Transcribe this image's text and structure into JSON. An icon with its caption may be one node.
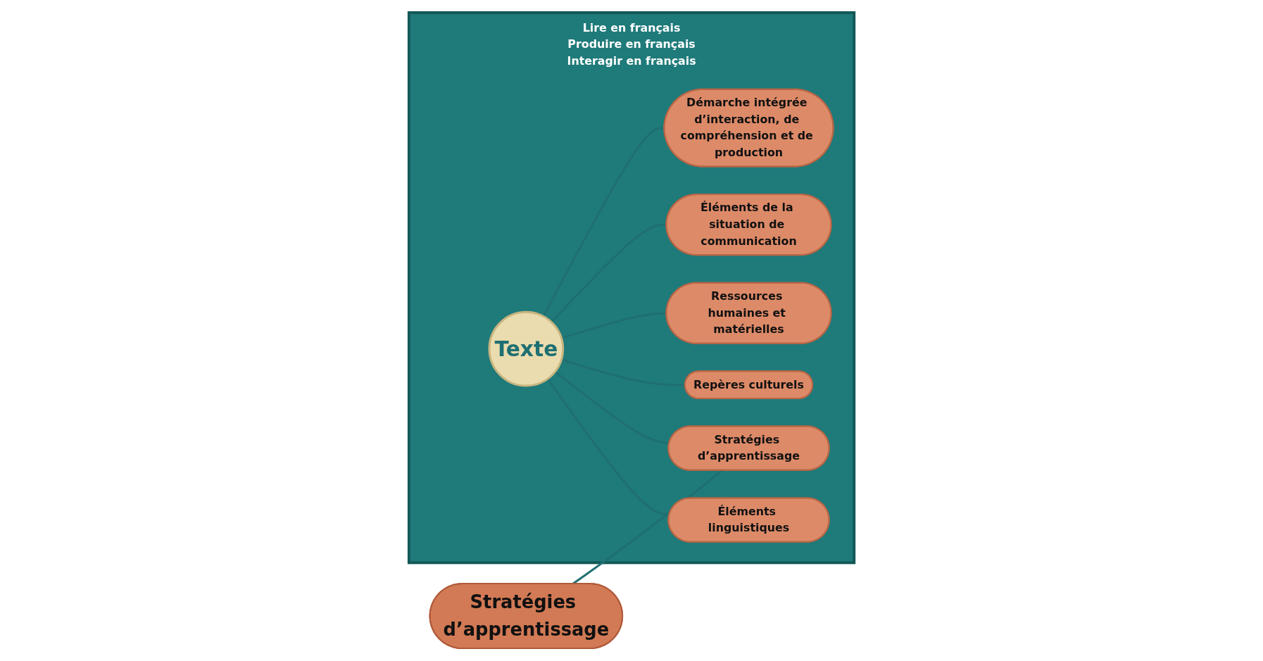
{
  "diagram": {
    "nodes": [
      {
        "text": [
          "Stratégies d’apprentissage"
        ]
      },
      {
        "text": [
          "Lire en français",
          "Produire en français",
          "Interagir en français"
        ]
      },
      {
        "text": [
          "Démarche intégrée d’interaction, de compréhension et de production"
        ],
        "in": 1
      },
      {
        "text": [
          "Éléments de la situation de communication"
        ],
        "in": 1
      },
      {
        "text": [
          "Ressources humaines et matérielles"
        ],
        "in": 1
      },
      {
        "text": [
          "Texte"
        ],
        "in": 1
      },
      {
        "text": [
          "Repères culturels"
        ],
        "in": 1
      },
      {
        "text": [
          "Stratégies d’apprentissage"
        ],
        "in": 1
      },
      {
        "text": [
          "Éléments linguistiques"
        ],
        "in": 1
      }
    ],
    "edges": [
      {
        "from": 0,
        "to": 7,
        "arrow": "none"
      },
      {
        "from": 5,
        "to": 2,
        "arrow": "none"
      },
      {
        "from": 5,
        "to": 3,
        "arrow": "none"
      },
      {
        "from": 5,
        "to": 4,
        "arrow": "none"
      },
      {
        "from": 5,
        "to": 6,
        "arrow": "none"
      },
      {
        "from": 5,
        "to": 7,
        "arrow": "none"
      },
      {
        "from": 5,
        "to": 8,
        "arrow": "none"
      }
    ]
  }
}
